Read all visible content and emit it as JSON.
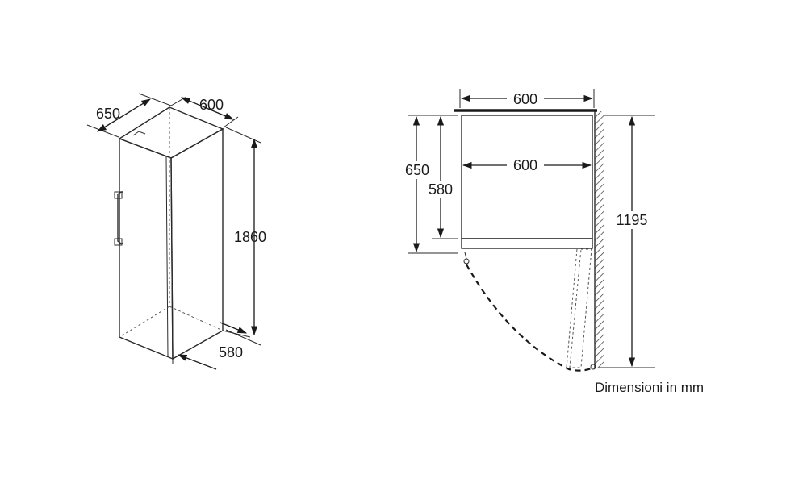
{
  "left_view": {
    "depth_label": "650",
    "width_label": "600",
    "height_label": "1860",
    "base_depth_label": "580"
  },
  "right_view": {
    "top_width_label": "600",
    "inner_width_label": "600",
    "outer_depth_label": "650",
    "inner_depth_label": "580",
    "open_depth_label": "1195"
  },
  "note": "Dimensioni in mm"
}
